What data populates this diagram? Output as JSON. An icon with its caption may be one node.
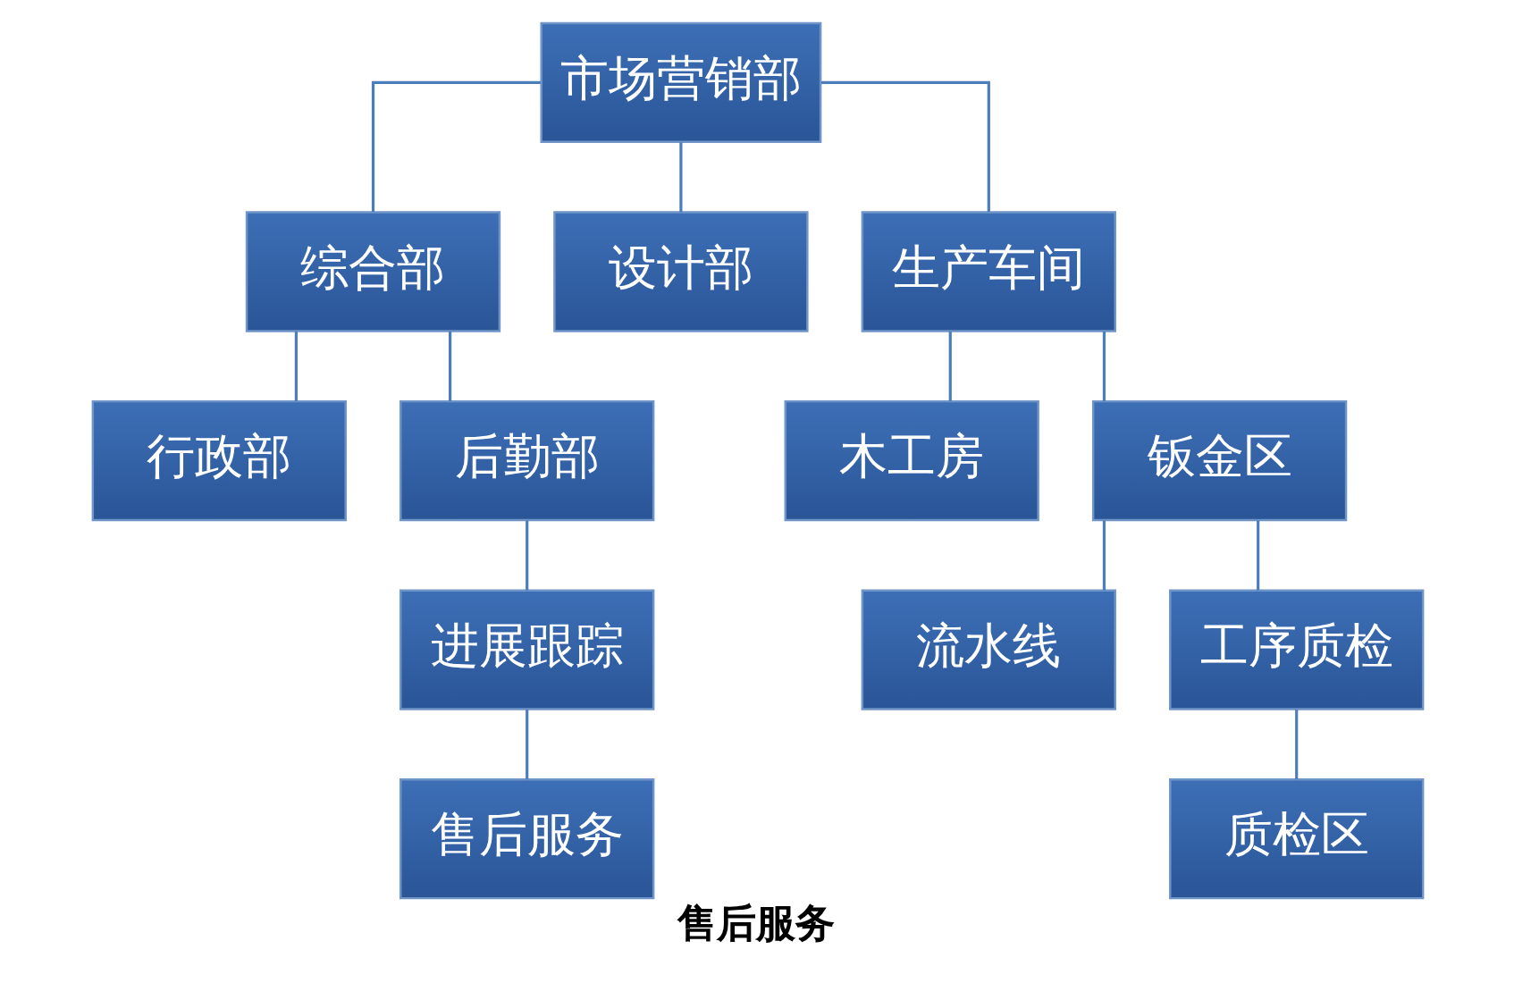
{
  "diagram": {
    "caption": "售后服务",
    "nodes": [
      {
        "text": [
          "市场营销部"
        ]
      },
      {
        "text": [
          "综合部"
        ]
      },
      {
        "text": [
          "设计部"
        ]
      },
      {
        "text": [
          "生产车间"
        ]
      },
      {
        "text": [
          "行政部"
        ]
      },
      {
        "text": [
          "后勤部"
        ]
      },
      {
        "text": [
          "木工房"
        ]
      },
      {
        "text": [
          "钣金区"
        ]
      },
      {
        "text": [
          "进展跟踪"
        ]
      },
      {
        "text": [
          "售后服务"
        ]
      },
      {
        "text": [
          "流水线"
        ]
      },
      {
        "text": [
          "工序质检"
        ]
      },
      {
        "text": [
          "质检区"
        ]
      }
    ],
    "edges": [
      {
        "from": 0,
        "to": 1,
        "arrow": "none"
      },
      {
        "from": 0,
        "to": 2,
        "arrow": "none"
      },
      {
        "from": 0,
        "to": 3,
        "arrow": "none"
      },
      {
        "from": 1,
        "to": 4,
        "arrow": "none"
      },
      {
        "from": 1,
        "to": 5,
        "arrow": "none"
      },
      {
        "from": 3,
        "to": 6,
        "arrow": "none"
      },
      {
        "from": 3,
        "to": 7,
        "arrow": "none"
      },
      {
        "from": 5,
        "to": 8,
        "arrow": "none"
      },
      {
        "from": 8,
        "to": 9,
        "arrow": "none"
      },
      {
        "from": 7,
        "to": 10,
        "arrow": "none"
      },
      {
        "from": 7,
        "to": 11,
        "arrow": "none"
      },
      {
        "from": 11,
        "to": 12,
        "arrow": "none"
      }
    ]
  }
}
